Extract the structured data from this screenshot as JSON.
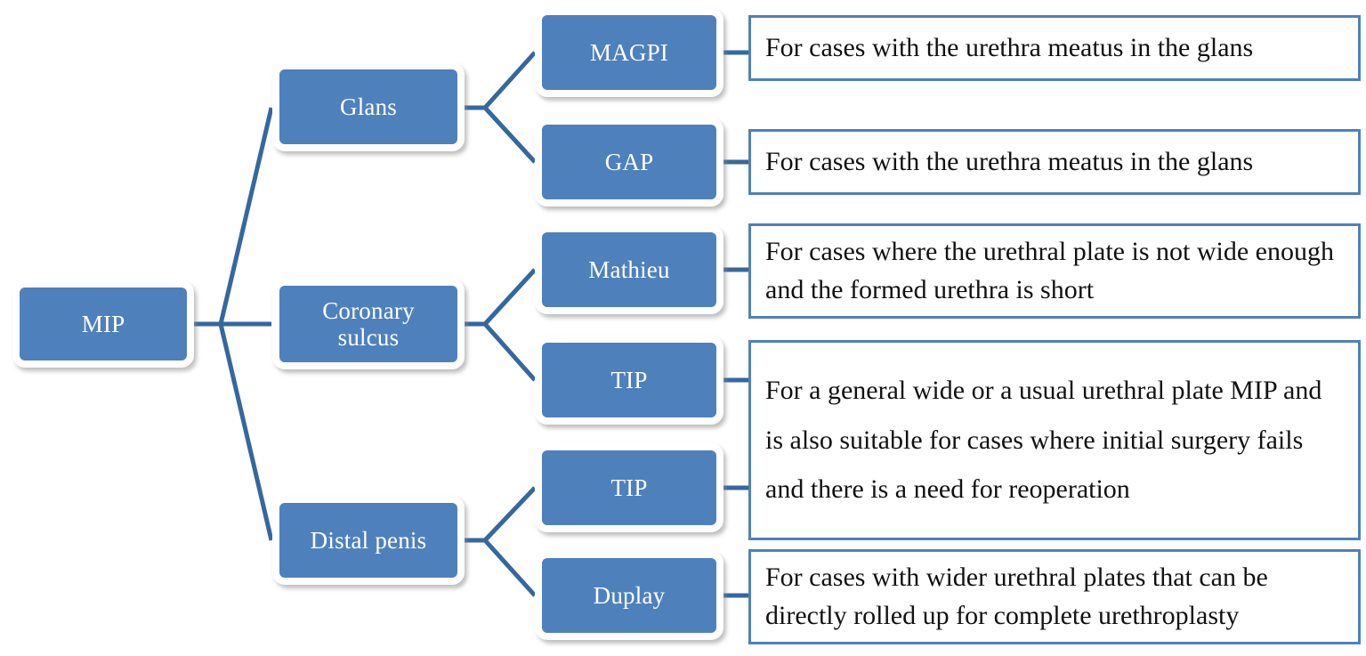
{
  "diagram": {
    "type": "tree-flowchart",
    "root": {
      "id": "mip",
      "label": "MIP"
    },
    "branches": [
      {
        "id": "glans",
        "label": "Glans",
        "procedures": [
          {
            "id": "magpi",
            "label": "MAGPI",
            "indication": "For cases with the urethra meatus in the glans"
          },
          {
            "id": "gap",
            "label": "GAP",
            "indication": "For cases with the urethra meatus in the glans"
          }
        ]
      },
      {
        "id": "coronary-sulcus",
        "label": "Coronary\nsulcus",
        "procedures": [
          {
            "id": "mathieu",
            "label": "Mathieu",
            "indication": "For cases where the urethral plate is not wide enough and the formed urethra is short"
          },
          {
            "id": "tip-coronary",
            "label": "TIP",
            "indication": "For a general wide or a usual urethral plate MIP and is also suitable for cases where initial surgery fails and there is a need for reoperation"
          }
        ]
      },
      {
        "id": "distal-penis",
        "label": "Distal penis",
        "procedures": [
          {
            "id": "tip-distal",
            "label": "TIP",
            "indication": "For a general wide or a usual urethral plate MIP and is also suitable for cases where initial surgery fails and there is a need for reoperation"
          },
          {
            "id": "duplay",
            "label": "Duplay",
            "indication": "For cases with wider urethral plates that can be directly rolled up for complete urethroplasty"
          }
        ]
      }
    ],
    "nodes": {
      "mip": "MIP",
      "glans": "Glans",
      "coronary_sulcus": "Coronary\nsulcus",
      "distal_penis": "Distal penis",
      "magpi": "MAGPI",
      "gap": "GAP",
      "mathieu": "Mathieu",
      "tip_coronary": "TIP",
      "tip_distal": "TIP",
      "duplay": "Duplay"
    },
    "descriptions": {
      "magpi": "For cases with the urethra meatus in the glans",
      "gap": "For cases with the urethra meatus in the glans",
      "mathieu": "For cases where the urethral plate is not wide enough and the formed urethra is short",
      "tip_shared": "For a general wide or a usual urethral plate MIP and is also suitable for cases where initial surgery fails and there is a need for reoperation",
      "duplay": "For cases with wider urethral plates that can be directly rolled up for complete urethroplasty"
    },
    "colors": {
      "node_fill": "#4E81BC",
      "node_text": "#FFFFFF",
      "connector": "#36679E",
      "desc_border": "#4E81BC",
      "desc_fill": "#FFFFFF",
      "desc_text": "#111111",
      "background": "#FFFFFF"
    }
  }
}
